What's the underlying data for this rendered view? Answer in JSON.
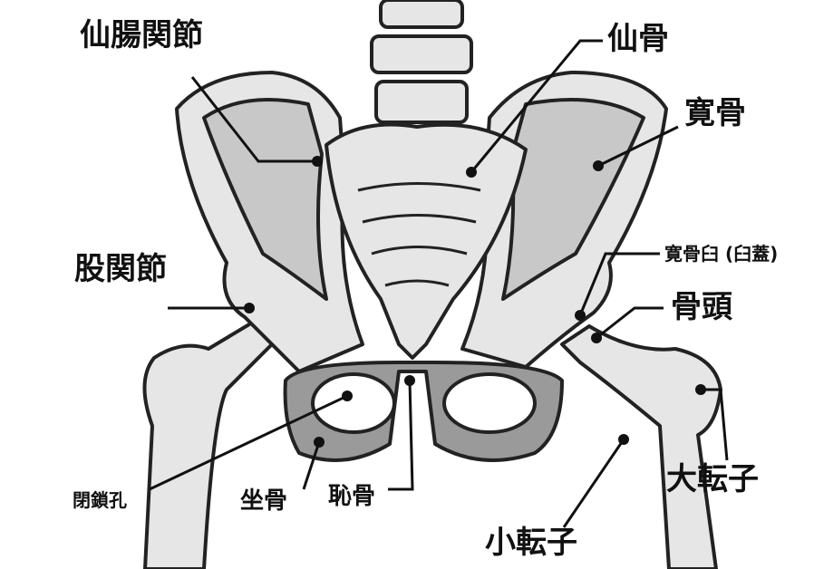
{
  "title": "骨盤の構造",
  "labels": {
    "sacroiliac_joint": "仙腸関節",
    "sacrum": "仙骨",
    "hip_bone": "寛骨",
    "hip_joint": "股関節",
    "acetabulum": "寛骨臼 (臼蓋)",
    "femoral_head": "骨頭",
    "greater_trochanter": "大転子",
    "lesser_trochanter": "小転子",
    "obturator_foramen": "閉鎖孔",
    "ischium": "坐骨",
    "pubis": "恥骨"
  },
  "colors": {
    "bone_light": "#e6e6e6",
    "bone_mid": "#c8c8c8",
    "bone_dark": "#9a9a9a",
    "outline": "#222222"
  }
}
